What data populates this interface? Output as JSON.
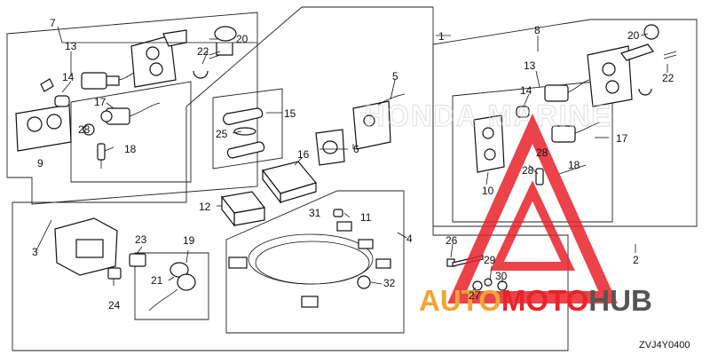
{
  "diagram": {
    "part_labels": [
      "1",
      "2",
      "3",
      "4",
      "5",
      "6",
      "7",
      "8",
      "9",
      "10",
      "11",
      "12",
      "13",
      "14",
      "15",
      "16",
      "17",
      "18",
      "19",
      "20",
      "21",
      "22",
      "23",
      "24",
      "25",
      "26",
      "27",
      "28",
      "29",
      "30",
      "31",
      "32"
    ],
    "labels_extra": [
      "13",
      "14",
      "17",
      "18",
      "20",
      "22"
    ],
    "figure_code": "ZVJ4Y0400"
  },
  "watermark": {
    "brand_part1": "AUTO",
    "brand_part2": "MOTO",
    "brand_part3": "HUB",
    "logo_text": "HONDA MARINE",
    "colors": {
      "orange": "#f2a533",
      "red": "#e8232a",
      "gray": "#555555"
    }
  }
}
